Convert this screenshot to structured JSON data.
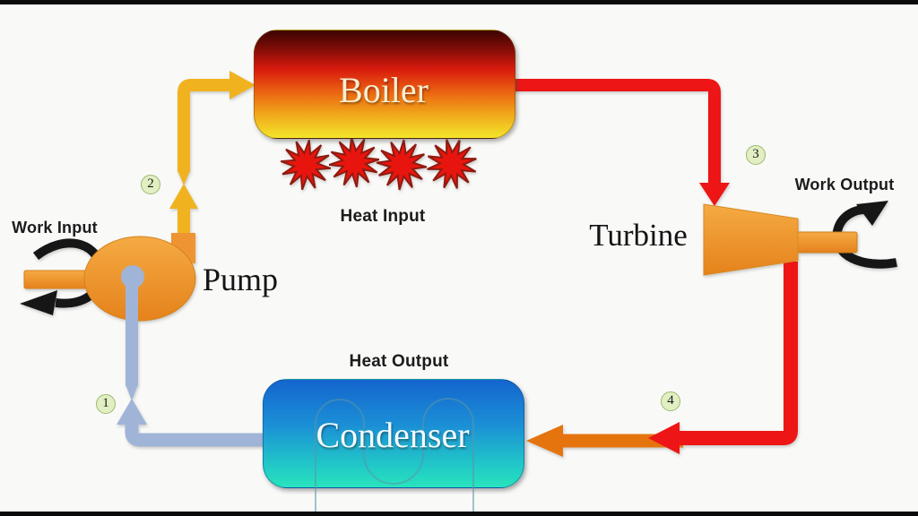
{
  "diagram": {
    "components": {
      "boiler": {
        "label": "Boiler"
      },
      "condenser": {
        "label": "Condenser"
      },
      "turbine": {
        "label": "Turbine"
      },
      "pump": {
        "label": "Pump"
      }
    },
    "annotations": {
      "heat_input": "Heat Input",
      "heat_output": "Heat Output",
      "work_input": "Work Input",
      "work_output": "Work Output"
    },
    "state_points": [
      {
        "number": "1"
      },
      {
        "number": "2"
      },
      {
        "number": "3"
      },
      {
        "number": "4"
      }
    ],
    "colors": {
      "steam_pipe_red": "#ed1515",
      "feed_pipe_yellow": "#f0b31f",
      "return_pipe_gray_blue": "#9fb4d7",
      "inlet_pipe_orange": "#e5740f",
      "component_orange": "#ef9432",
      "badge_green": "#e2efc3",
      "boiler_gradient_top": "#3c0302",
      "boiler_gradient_bottom": "#f3e62a",
      "condenser_gradient_top": "#1465ce",
      "condenser_gradient_bottom": "#28e4bd",
      "heat_star_red": "#e8150e",
      "work_arrow_black": "#161616"
    }
  }
}
